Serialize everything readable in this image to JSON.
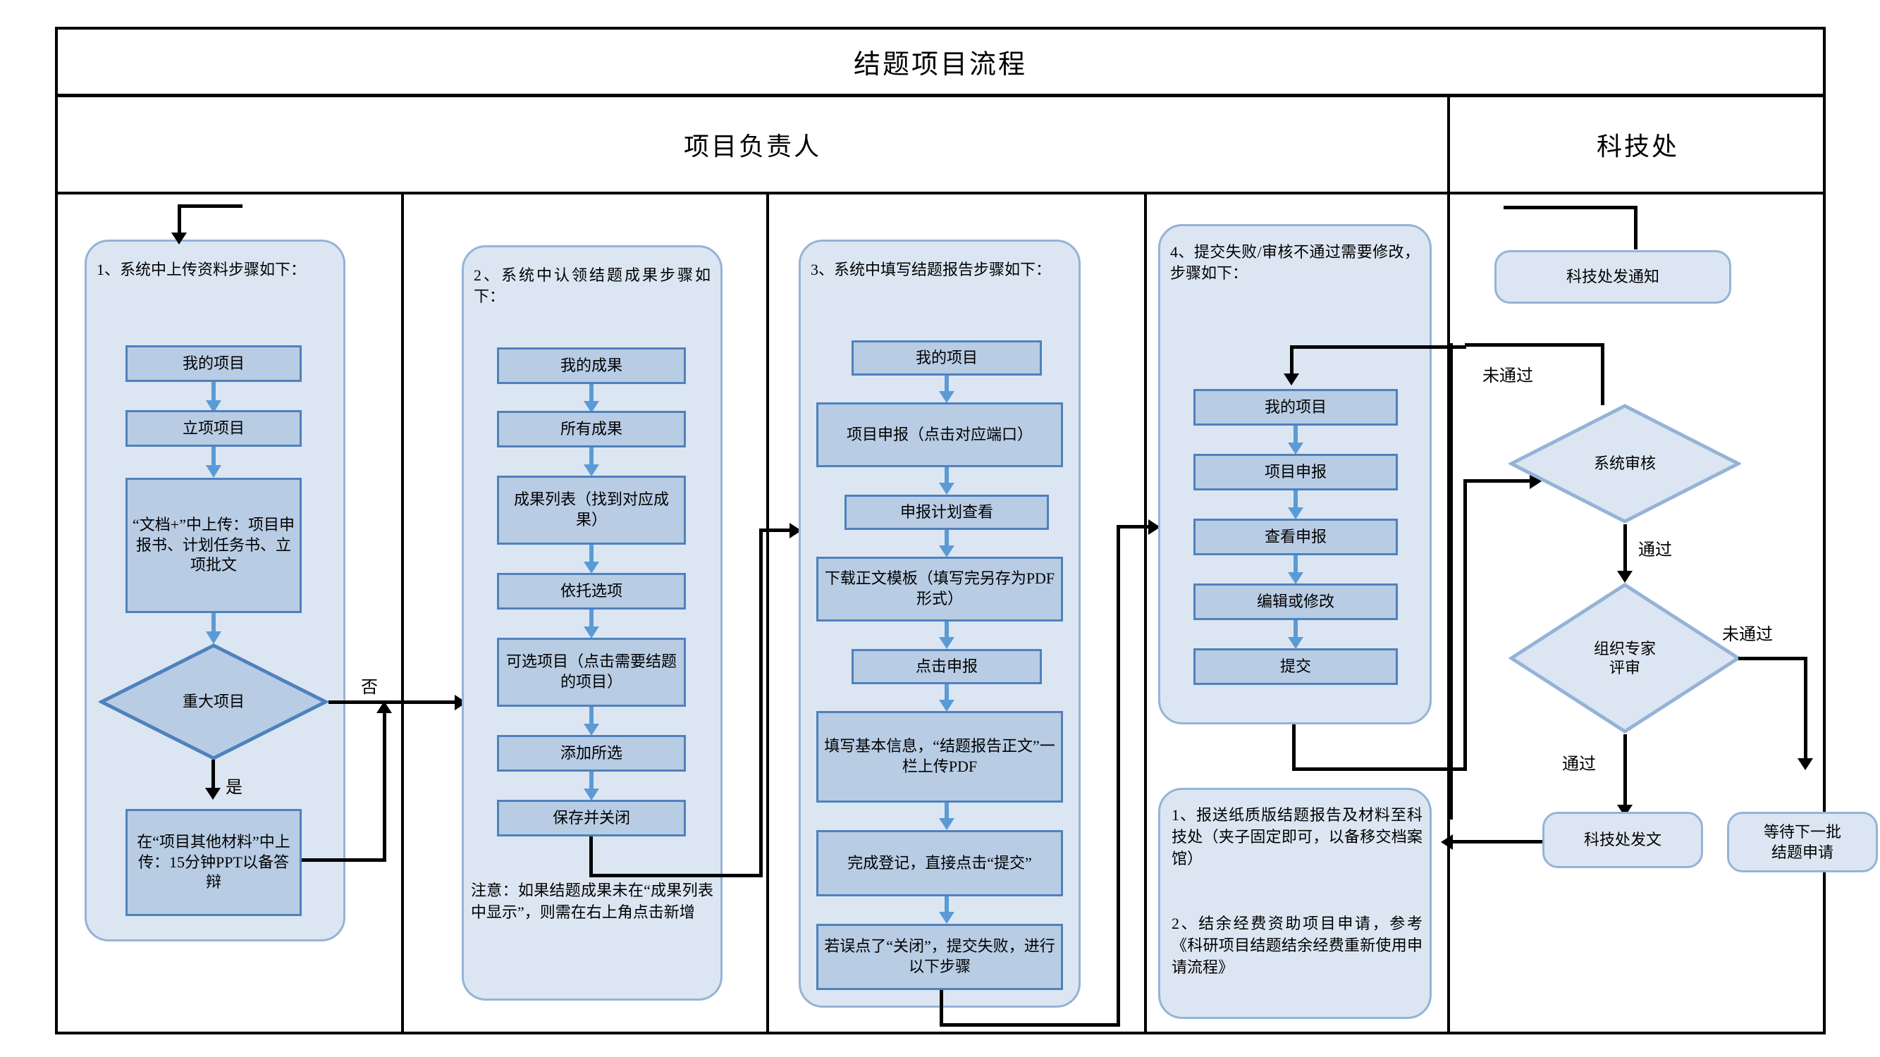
{
  "diagram": {
    "title": "结题项目流程",
    "lanes": [
      {
        "id": "owner",
        "label": "项目负责人"
      },
      {
        "id": "office",
        "label": "科技处"
      }
    ],
    "colors": {
      "group_fill": "#dce6f2",
      "group_stroke": "#95b3d7",
      "process_fill": "#b8cce4",
      "process_stroke": "#4f81bd",
      "arrow_blue": "#5b9bd5",
      "arrow_black": "#000000",
      "frame": "#000000"
    },
    "columns": [
      {
        "id": "col1",
        "heading": "1、系统中上传资料步骤如下：",
        "steps": [
          {
            "id": "c1s1",
            "label": "我的项目"
          },
          {
            "id": "c1s2",
            "label": "立项项目"
          },
          {
            "id": "c1s3",
            "label": "“文档+”中上传：项目申报书、计划任务书、立项批文"
          }
        ],
        "decision": {
          "id": "c1d1",
          "label": "重大项目",
          "yes_label": "是",
          "no_label": "否"
        },
        "yes_step": {
          "id": "c1s4",
          "label": "在“项目其他材料”中上传：15分钟PPT以备答辩"
        }
      },
      {
        "id": "col2",
        "heading": "2、系统中认领结题成果步骤如下：",
        "steps": [
          {
            "id": "c2s1",
            "label": "我的成果"
          },
          {
            "id": "c2s2",
            "label": "所有成果"
          },
          {
            "id": "c2s3",
            "label": "成果列表（找到对应成果）"
          },
          {
            "id": "c2s4",
            "label": "依托选项"
          },
          {
            "id": "c2s5",
            "label": "可选项目（点击需要结题的项目）"
          },
          {
            "id": "c2s6",
            "label": "添加所选"
          },
          {
            "id": "c2s7",
            "label": "保存并关闭"
          }
        ],
        "note": "注意：如果结题成果未在“成果列表中显示”，则需在右上角点击新增"
      },
      {
        "id": "col3",
        "heading": "3、系统中填写结题报告步骤如下：",
        "steps": [
          {
            "id": "c3s1",
            "label": "我的项目"
          },
          {
            "id": "c3s2",
            "label": "项目申报（点击对应端口）"
          },
          {
            "id": "c3s3",
            "label": "申报计划查看"
          },
          {
            "id": "c3s4",
            "label": "下载正文模板（填写完另存为PDF形式）"
          },
          {
            "id": "c3s5",
            "label": "点击申报"
          },
          {
            "id": "c3s6",
            "label": "填写基本信息，“结题报告正文”一栏上传PDF"
          },
          {
            "id": "c3s7",
            "label": "完成登记，直接点击“提交”"
          },
          {
            "id": "c3s8",
            "label": "若误点了“关闭”，提交失败，进行以下步骤"
          }
        ]
      },
      {
        "id": "col4",
        "heading": "4、提交失败/审核不通过需要修改，步骤如下：",
        "steps": [
          {
            "id": "c4s1",
            "label": "我的项目"
          },
          {
            "id": "c4s2",
            "label": "项目申报"
          },
          {
            "id": "c4s3",
            "label": "查看申报"
          },
          {
            "id": "c4s4",
            "label": "编辑或修改"
          },
          {
            "id": "c4s5",
            "label": "提交"
          }
        ],
        "final_note": {
          "line1": "1、报送纸质版结题报告及材料至科技处（夹子固定即可，以备移交档案馆）",
          "line2": "2、结余经费资助项目申请，参考《科研项目结题结余经费重新使用申请流程》"
        }
      },
      {
        "id": "col5",
        "start": {
          "id": "c5n1",
          "label": "科技处发通知"
        },
        "decisions": [
          {
            "id": "c5d1",
            "label": "系统审核",
            "pass_label": "通过",
            "fail_label": "未通过"
          },
          {
            "id": "c5d2",
            "label": "组织专家评审",
            "label_line1": "组织专家",
            "label_line2": "评审",
            "pass_label": "通过",
            "fail_label": "未通过"
          }
        ],
        "outcomes": [
          {
            "id": "c5n2",
            "label": "科技处发文"
          },
          {
            "id": "c5n3",
            "label": "等待下一批结题申请",
            "line1": "等待下一批",
            "line2": "结题申请"
          }
        ]
      }
    ]
  }
}
